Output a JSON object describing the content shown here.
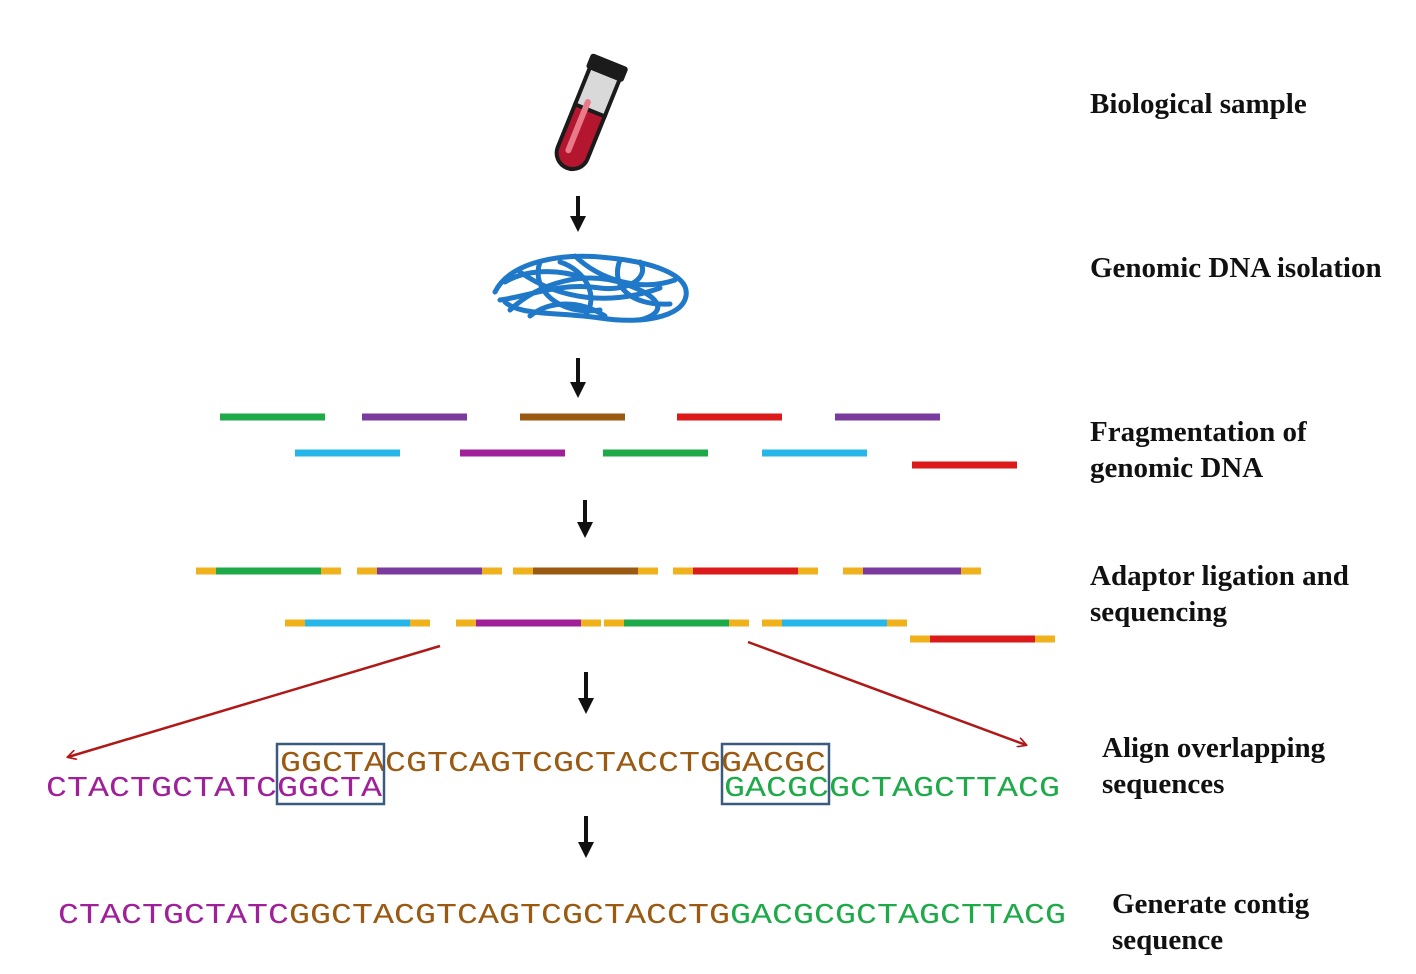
{
  "steps": [
    {
      "id": "sample",
      "lines": [
        "Biological sample"
      ]
    },
    {
      "id": "isolation",
      "lines": [
        "Genomic DNA isolation"
      ]
    },
    {
      "id": "fragmentation",
      "lines": [
        "Fragmentation of",
        "genomic DNA"
      ]
    },
    {
      "id": "ligation",
      "lines": [
        "Adaptor ligation and",
        "sequencing"
      ]
    },
    {
      "id": "align",
      "lines": [
        "Align overlapping",
        "sequences"
      ]
    },
    {
      "id": "contig",
      "lines": [
        "Generate contig",
        "sequence"
      ]
    }
  ],
  "alignment": {
    "middle_read": [
      "GGCTA",
      "CGTCAGTCGCTACCTG",
      "GACGC"
    ],
    "left_read": [
      "CTACTGCTATC",
      "GGCTA"
    ],
    "right_read": [
      "GACGC",
      "GCTAGCTTACG"
    ]
  },
  "contig": [
    "CTACTGCTATC",
    "GGCTACGTCAGTCGCTACCTG",
    "GACGCGCTAGCTTACG"
  ],
  "colors": {
    "magenta": "#a0209a",
    "brown": "#9a5a12",
    "green": "#1faa4a",
    "purple": "#7a3a9e",
    "red": "#dd1a1a",
    "cyan": "#27b6e8",
    "adaptor": "#f0b21c",
    "dna": "#1f78c8",
    "arrow_red": "#b01818",
    "box": "#3a5a80"
  },
  "fragments_row1": [
    "green",
    "purple",
    "brown",
    "red",
    "purple"
  ],
  "fragments_row2": [
    "cyan",
    "magenta",
    "green",
    "cyan",
    "red"
  ]
}
